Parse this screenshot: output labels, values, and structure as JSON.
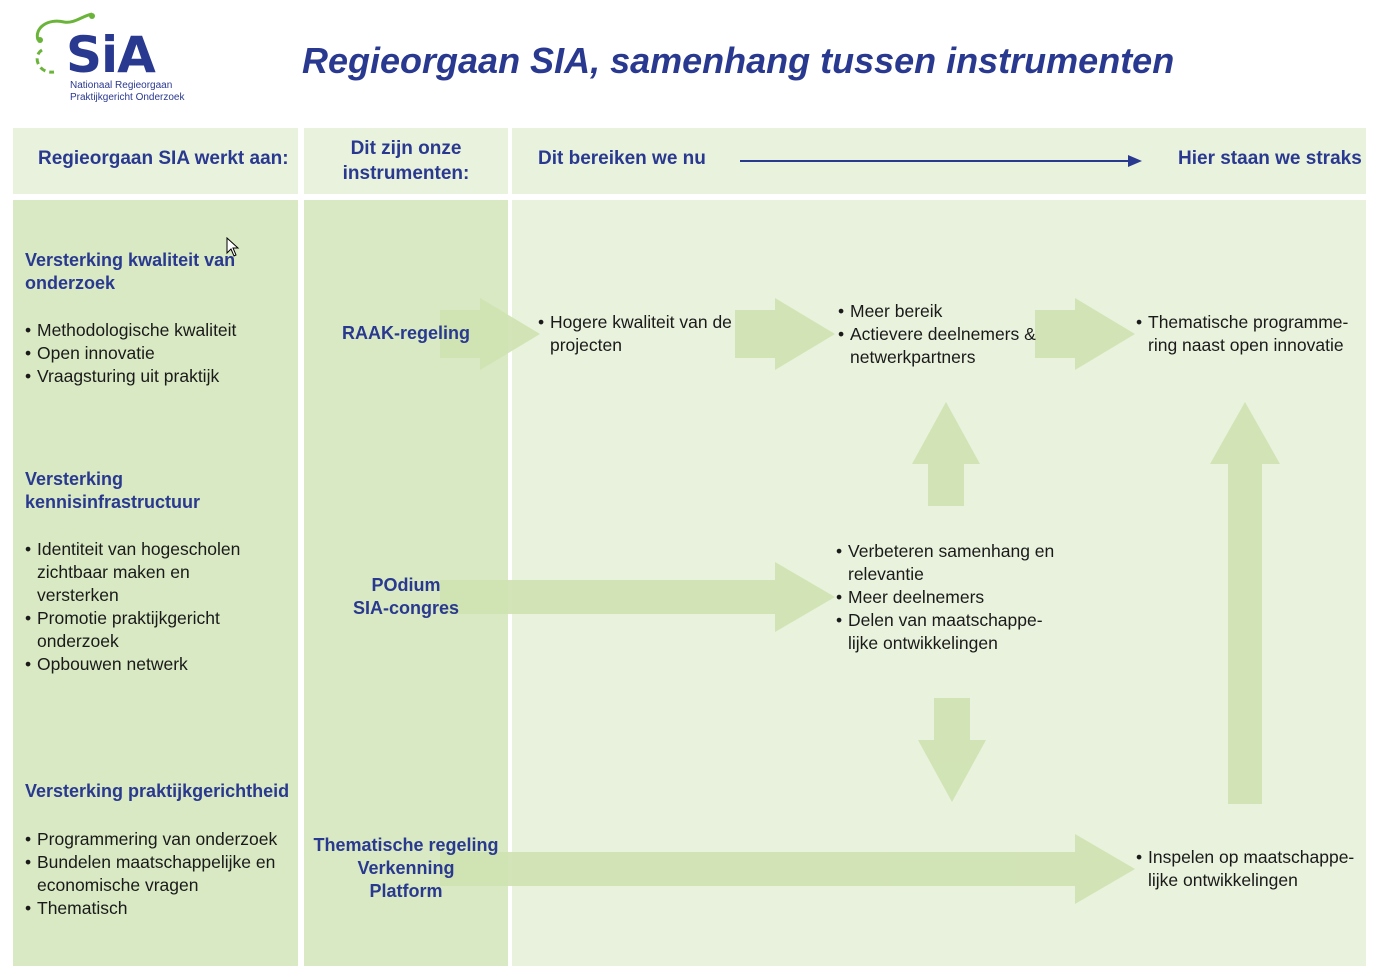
{
  "logo": {
    "name": "SiA",
    "subtitle_line1": "Nationaal Regieorgaan",
    "subtitle_line2": "Praktijkgericht Onderzoek"
  },
  "title": "Regieorgaan SIA, samenhang tussen instrumenten",
  "header": {
    "col1": "Regieorgaan SIA werkt aan:",
    "col2_line1": "Dit zijn onze",
    "col2_line2": "instrumenten:",
    "col3_left": "Dit bereiken we nu",
    "col3_right": "Hier staan we straks"
  },
  "goals": [
    {
      "title_lines": [
        "Versterking kwaliteit van",
        "onderzoek"
      ],
      "items": [
        "Methodologische kwaliteit",
        "Open innovatie",
        "Vraagsturing uit praktijk"
      ]
    },
    {
      "title_lines": [
        "Versterking",
        "kennisinfrastructuur"
      ],
      "items": [
        "Identiteit van hogescholen zichtbaar maken en versterken",
        "Promotie praktijkgericht onderzoek",
        "Opbouwen netwerk"
      ]
    },
    {
      "title_lines": [
        "Versterking praktijkgerichtheid"
      ],
      "items": [
        "Programmering van onderzoek",
        "Bundelen maatschappelijke en economische vragen",
        "Thematisch"
      ]
    }
  ],
  "instruments": [
    {
      "lines": [
        "RAAK-regeling"
      ]
    },
    {
      "lines": [
        "POdium",
        "SIA-congres"
      ]
    },
    {
      "lines": [
        "Thematische regeling",
        "Verkenning",
        "Platform"
      ]
    }
  ],
  "results": {
    "raak_now": [
      "Hogere kwaliteit van de projecten"
    ],
    "raak_mid": [
      "Meer bereik",
      "Actievere deelnemers & netwerkpartners"
    ],
    "raak_future": [
      "Thematische programme-ring naast open innovatie"
    ],
    "podium_mid": [
      "Verbeteren samenhang en relevantie",
      "Meer deelnemers",
      "Delen van maatschappe-lijke ontwikkelingen"
    ],
    "thema_future": [
      "Inspelen op maatschappe-lijke ontwikkelingen"
    ]
  },
  "colors": {
    "brand_blue": "#2a3990",
    "panel_light": "#e9f2dc",
    "panel_dark": "#d8e9c3",
    "arrow_green": "#cfe3b2"
  },
  "icons": {
    "cursor": "mouse-pointer-icon",
    "logo_swirl": "leaf-swirl-icon"
  }
}
